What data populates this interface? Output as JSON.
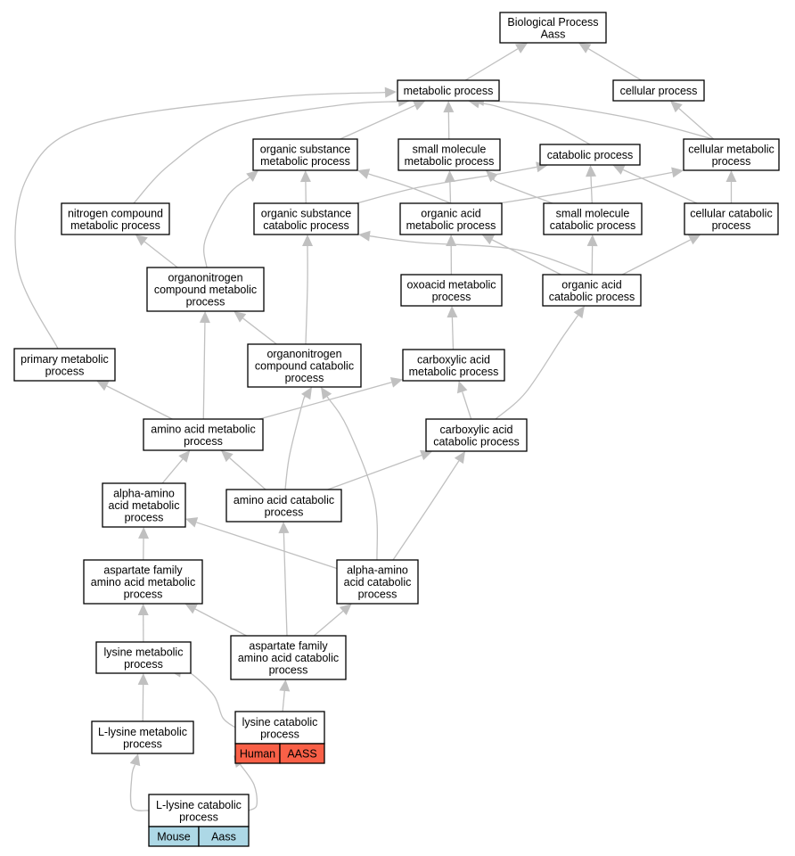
{
  "nodes": {
    "bp": {
      "lines": [
        "Biological Process",
        "Aass"
      ]
    },
    "metabolic": {
      "lines": [
        "metabolic process"
      ]
    },
    "cellular": {
      "lines": [
        "cellular process"
      ]
    },
    "org_sub_met": {
      "lines": [
        "organic substance",
        "metabolic process"
      ]
    },
    "small_mol_met": {
      "lines": [
        "small molecule",
        "metabolic process"
      ]
    },
    "catabolic": {
      "lines": [
        "catabolic process"
      ]
    },
    "cell_met": {
      "lines": [
        "cellular metabolic",
        "process"
      ]
    },
    "nitrogen": {
      "lines": [
        "nitrogen compound",
        "metabolic process"
      ]
    },
    "org_sub_cat": {
      "lines": [
        "organic substance",
        "catabolic process"
      ]
    },
    "org_acid_met": {
      "lines": [
        "organic acid",
        "metabolic process"
      ]
    },
    "small_mol_cat": {
      "lines": [
        "small molecule",
        "catabolic process"
      ]
    },
    "cell_cat": {
      "lines": [
        "cellular catabolic",
        "process"
      ]
    },
    "orgN_met": {
      "lines": [
        "organonitrogen",
        "compound metabolic",
        "process"
      ]
    },
    "oxoacid": {
      "lines": [
        "oxoacid metabolic",
        "process"
      ]
    },
    "org_acid_cat": {
      "lines": [
        "organic acid",
        "catabolic process"
      ]
    },
    "primary": {
      "lines": [
        "primary metabolic",
        "process"
      ]
    },
    "orgN_cat": {
      "lines": [
        "organonitrogen",
        "compound catabolic",
        "process"
      ]
    },
    "carbox_met": {
      "lines": [
        "carboxylic acid",
        "metabolic process"
      ]
    },
    "aa_met": {
      "lines": [
        "amino acid metabolic",
        "process"
      ]
    },
    "carbox_cat": {
      "lines": [
        "carboxylic acid",
        "catabolic process"
      ]
    },
    "alpha_met": {
      "lines": [
        "alpha-amino",
        "acid metabolic",
        "process"
      ]
    },
    "aa_cat": {
      "lines": [
        "amino acid catabolic",
        "process"
      ]
    },
    "asp_met": {
      "lines": [
        "aspartate family",
        "amino acid metabolic",
        "process"
      ]
    },
    "alpha_cat": {
      "lines": [
        "alpha-amino",
        "acid catabolic",
        "process"
      ]
    },
    "lys_met": {
      "lines": [
        "lysine metabolic",
        "process"
      ]
    },
    "asp_cat": {
      "lines": [
        "aspartate family",
        "amino acid catabolic",
        "process"
      ]
    },
    "llys_met": {
      "lines": [
        "L-lysine metabolic",
        "process"
      ]
    },
    "lys_cat": {
      "lines": [
        "lysine catabolic",
        "process"
      ],
      "annotation": {
        "species": "Human",
        "gene": "AASS",
        "color": "#f96047"
      }
    },
    "llys_cat": {
      "lines": [
        "L-lysine catabolic",
        "process"
      ],
      "annotation": {
        "species": "Mouse",
        "gene": "Aass",
        "color": "#add8e6"
      }
    }
  },
  "edges": [
    [
      "metabolic",
      "bp"
    ],
    [
      "cellular",
      "bp"
    ],
    [
      "org_sub_met",
      "metabolic"
    ],
    [
      "small_mol_met",
      "metabolic"
    ],
    [
      "catabolic",
      "metabolic"
    ],
    [
      "cell_met",
      "metabolic"
    ],
    [
      "cell_met",
      "cellular"
    ],
    [
      "nitrogen",
      "metabolic"
    ],
    [
      "primary",
      "metabolic"
    ],
    [
      "org_sub_cat",
      "org_sub_met"
    ],
    [
      "org_sub_cat",
      "catabolic"
    ],
    [
      "org_acid_met",
      "small_mol_met"
    ],
    [
      "org_acid_met",
      "org_sub_met"
    ],
    [
      "org_acid_met",
      "cell_met"
    ],
    [
      "small_mol_cat",
      "small_mol_met"
    ],
    [
      "small_mol_cat",
      "catabolic"
    ],
    [
      "cell_cat",
      "cell_met"
    ],
    [
      "cell_cat",
      "catabolic"
    ],
    [
      "orgN_met",
      "nitrogen"
    ],
    [
      "orgN_met",
      "org_sub_met"
    ],
    [
      "oxoacid",
      "org_acid_met"
    ],
    [
      "org_acid_cat",
      "org_acid_met"
    ],
    [
      "org_acid_cat",
      "small_mol_cat"
    ],
    [
      "org_acid_cat",
      "cell_cat"
    ],
    [
      "org_acid_cat",
      "org_sub_cat"
    ],
    [
      "orgN_cat",
      "orgN_met"
    ],
    [
      "orgN_cat",
      "org_sub_cat"
    ],
    [
      "carbox_met",
      "oxoacid"
    ],
    [
      "aa_met",
      "primary"
    ],
    [
      "aa_met",
      "orgN_met"
    ],
    [
      "aa_met",
      "carbox_met"
    ],
    [
      "carbox_cat",
      "carbox_met"
    ],
    [
      "carbox_cat",
      "org_acid_cat"
    ],
    [
      "alpha_met",
      "aa_met"
    ],
    [
      "aa_cat",
      "aa_met"
    ],
    [
      "aa_cat",
      "carbox_cat"
    ],
    [
      "aa_cat",
      "orgN_cat"
    ],
    [
      "asp_met",
      "alpha_met"
    ],
    [
      "alpha_cat",
      "alpha_met"
    ],
    [
      "alpha_cat",
      "carbox_cat"
    ],
    [
      "alpha_cat",
      "orgN_cat"
    ],
    [
      "lys_met",
      "asp_met"
    ],
    [
      "asp_cat",
      "asp_met"
    ],
    [
      "asp_cat",
      "alpha_cat"
    ],
    [
      "asp_cat",
      "aa_cat"
    ],
    [
      "llys_met",
      "lys_met"
    ],
    [
      "lys_cat",
      "lys_met"
    ],
    [
      "lys_cat",
      "asp_cat"
    ],
    [
      "llys_cat",
      "llys_met"
    ],
    [
      "llys_cat",
      "lys_cat"
    ]
  ]
}
